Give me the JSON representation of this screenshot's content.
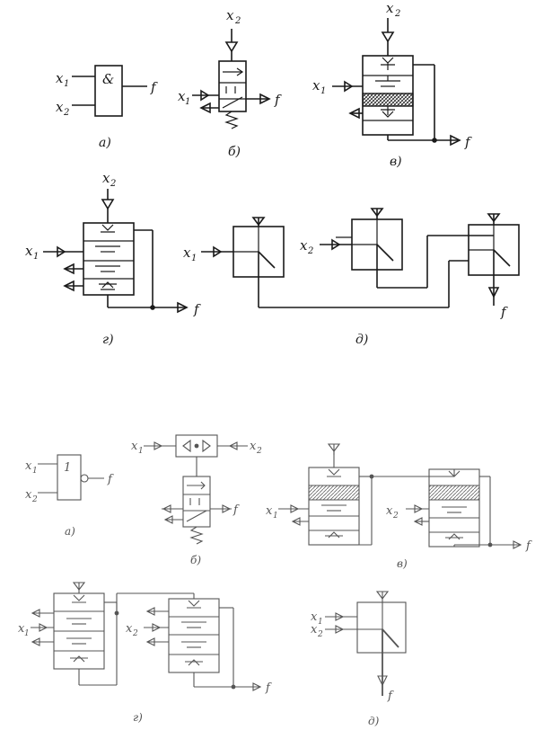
{
  "top": {
    "labels": {
      "x1": "x",
      "x2": "x",
      "sub1": "1",
      "sub2": "2",
      "f": "f",
      "and_symbol": "&"
    },
    "captions": [
      "а)",
      "б)",
      "в)",
      "г)",
      "д)"
    ]
  },
  "bottom": {
    "labels": {
      "x1": "x",
      "x2": "x",
      "sub1": "1",
      "sub2": "2",
      "f": "f",
      "or_symbol": "1"
    },
    "captions": [
      "а)",
      "б)",
      "в)",
      "г)",
      "д)"
    ]
  }
}
